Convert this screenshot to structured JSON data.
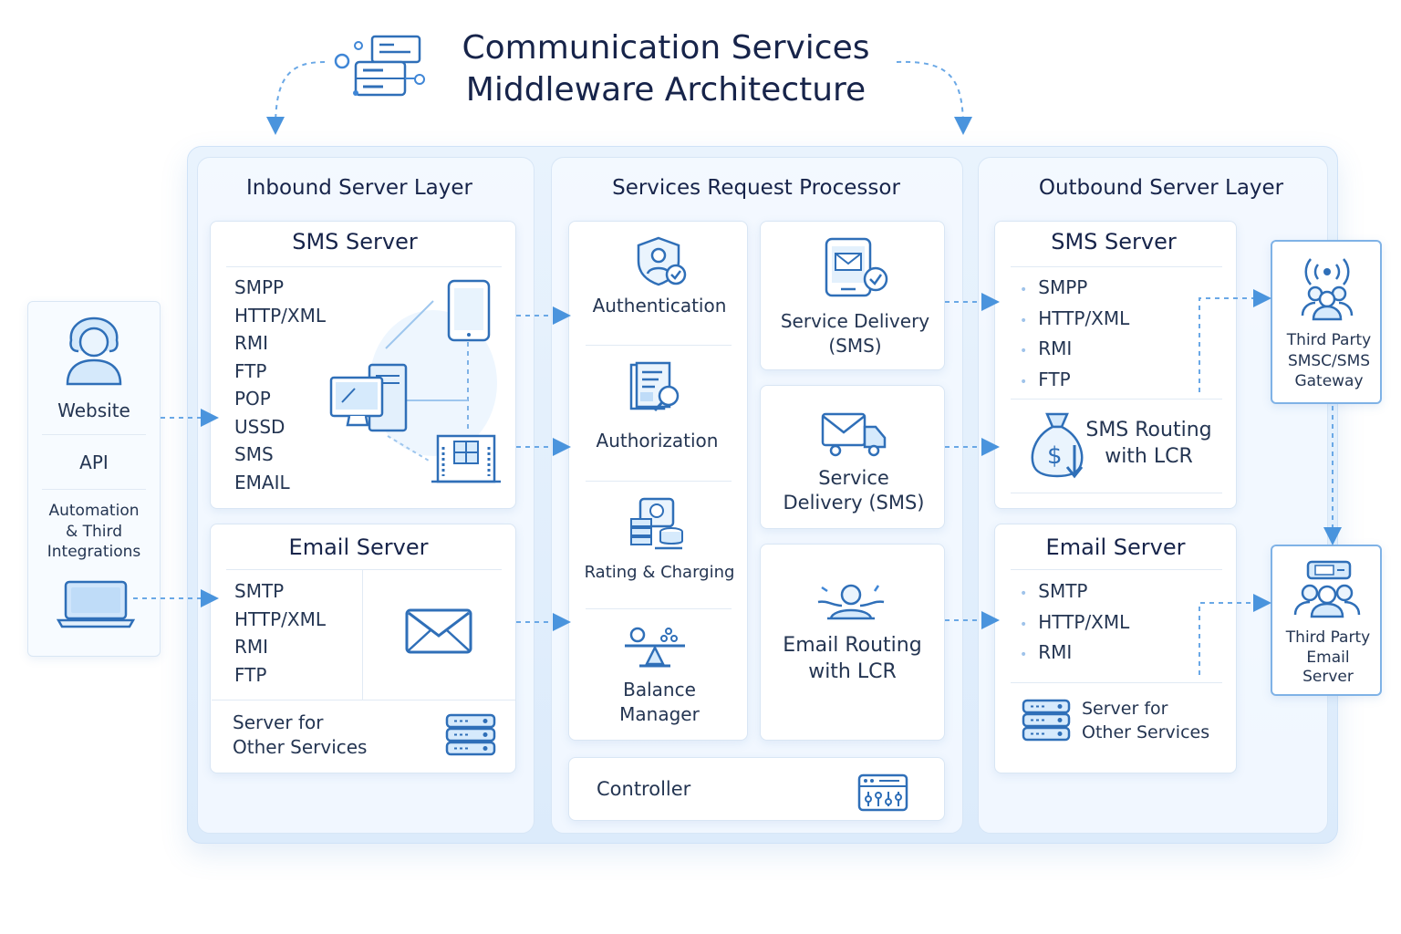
{
  "title": {
    "line1": "Communication Services",
    "line2": "Middleware Architecture"
  },
  "left_panel": {
    "website": "Website",
    "api": "API",
    "automation": [
      "Automation",
      "& Third",
      "Integrations"
    ],
    "icons": [
      "user-icon",
      "laptop-icon"
    ]
  },
  "inbound": {
    "title": "Inbound Server Layer",
    "sms_server": {
      "title": "SMS Server",
      "protocols": [
        "SMPP",
        "HTTP/XML",
        "RMI",
        "FTP",
        "POP",
        "USSD",
        "SMS",
        "EMAIL"
      ],
      "icons": [
        "smartphone-icon",
        "desktop-computer-icon",
        "office-building-icon"
      ]
    },
    "email_server": {
      "title": "Email Server",
      "protocols": [
        "SMTP",
        "HTTP/XML",
        "RMI",
        "FTP"
      ],
      "icon": "envelope-icon"
    },
    "other_services": [
      "Server for",
      "Other Services"
    ]
  },
  "processor": {
    "title": "Services Request Processor",
    "authentication": "Authentication",
    "authorization": "Authorization",
    "rating": "Rating & Charging",
    "balance": [
      "Balance",
      "Manager"
    ],
    "service_delivery_1": [
      "Service Delivery",
      "(SMS)"
    ],
    "service_delivery_2": [
      "Service",
      "Delivery (SMS)"
    ],
    "email_routing": [
      "Email Routing",
      "with LCR"
    ],
    "controller": "Controller",
    "icons": [
      "shield-user-icon",
      "document-search-icon",
      "database-coins-icon",
      "balance-scale-icon",
      "phone-mail-check-icon",
      "mail-truck-icon",
      "routing-person-icon",
      "control-panel-icon"
    ]
  },
  "outbound": {
    "title": "Outbound Server Layer",
    "sms_server": {
      "title": "SMS Server",
      "protocols": [
        "SMPP",
        "HTTP/XML",
        "RMI",
        "FTP"
      ],
      "routing": [
        "SMS Routing",
        "with LCR"
      ]
    },
    "email_server": {
      "title": "Email Server",
      "protocols": [
        "SMTP",
        "HTTP/XML",
        "RMI"
      ],
      "other_services": [
        "Server for",
        "Other Services"
      ]
    }
  },
  "third_party_sms": [
    "Third Party",
    "SMSC/SMS",
    "Gateway"
  ],
  "third_party_email": [
    "Third Party",
    "Email",
    "Server"
  ],
  "colors": {
    "accent": "#3f86d6",
    "icon_stroke": "#2f6fb8",
    "dashed_line": "#6aa8e6",
    "title_text": "#17244a",
    "frame_bg": "#e4f0fc"
  }
}
